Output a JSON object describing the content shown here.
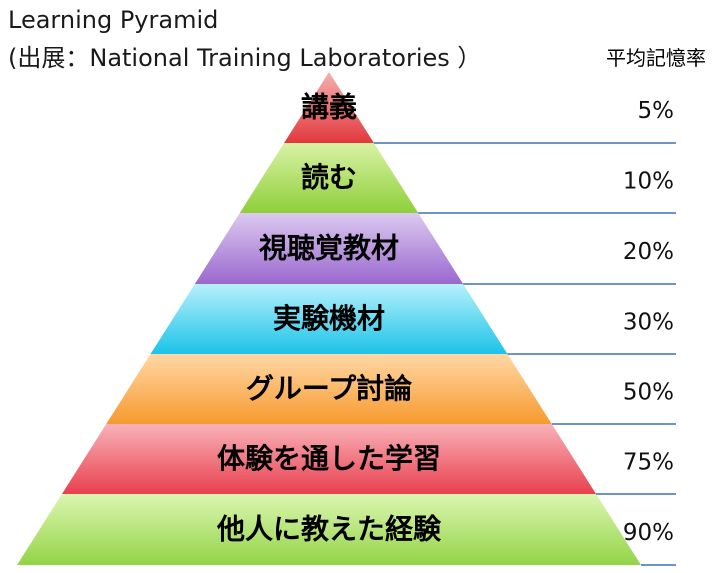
{
  "header": {
    "title_line1": "Learning Pyramid",
    "title_line2": "(出展：National Training Laboratories ）",
    "column_header": "平均記憶率"
  },
  "colors": {
    "divider_line": "#6f93c7"
  },
  "tiers": [
    {
      "label": "講義",
      "rate": "5%",
      "color_top": "#f5b0b0",
      "color_bottom": "#e2383d"
    },
    {
      "label": "読む",
      "rate": "10%",
      "color_top": "#d9f2a6",
      "color_bottom": "#8fcf3a"
    },
    {
      "label": "視聴覚教材",
      "rate": "20%",
      "color_top": "#dccaf0",
      "color_bottom": "#9a68cf"
    },
    {
      "label": "実験機材",
      "rate": "30%",
      "color_top": "#b7f0fb",
      "color_bottom": "#1cc3e8"
    },
    {
      "label": "グループ討論",
      "rate": "50%",
      "color_top": "#ffd8a6",
      "color_bottom": "#f79a2e"
    },
    {
      "label": "体験を通した学習",
      "rate": "75%",
      "color_top": "#f9b2b8",
      "color_bottom": "#e8404f"
    },
    {
      "label": "他人に教えた経験",
      "rate": "90%",
      "color_top": "#dcf6b2",
      "color_bottom": "#93d447"
    }
  ]
}
